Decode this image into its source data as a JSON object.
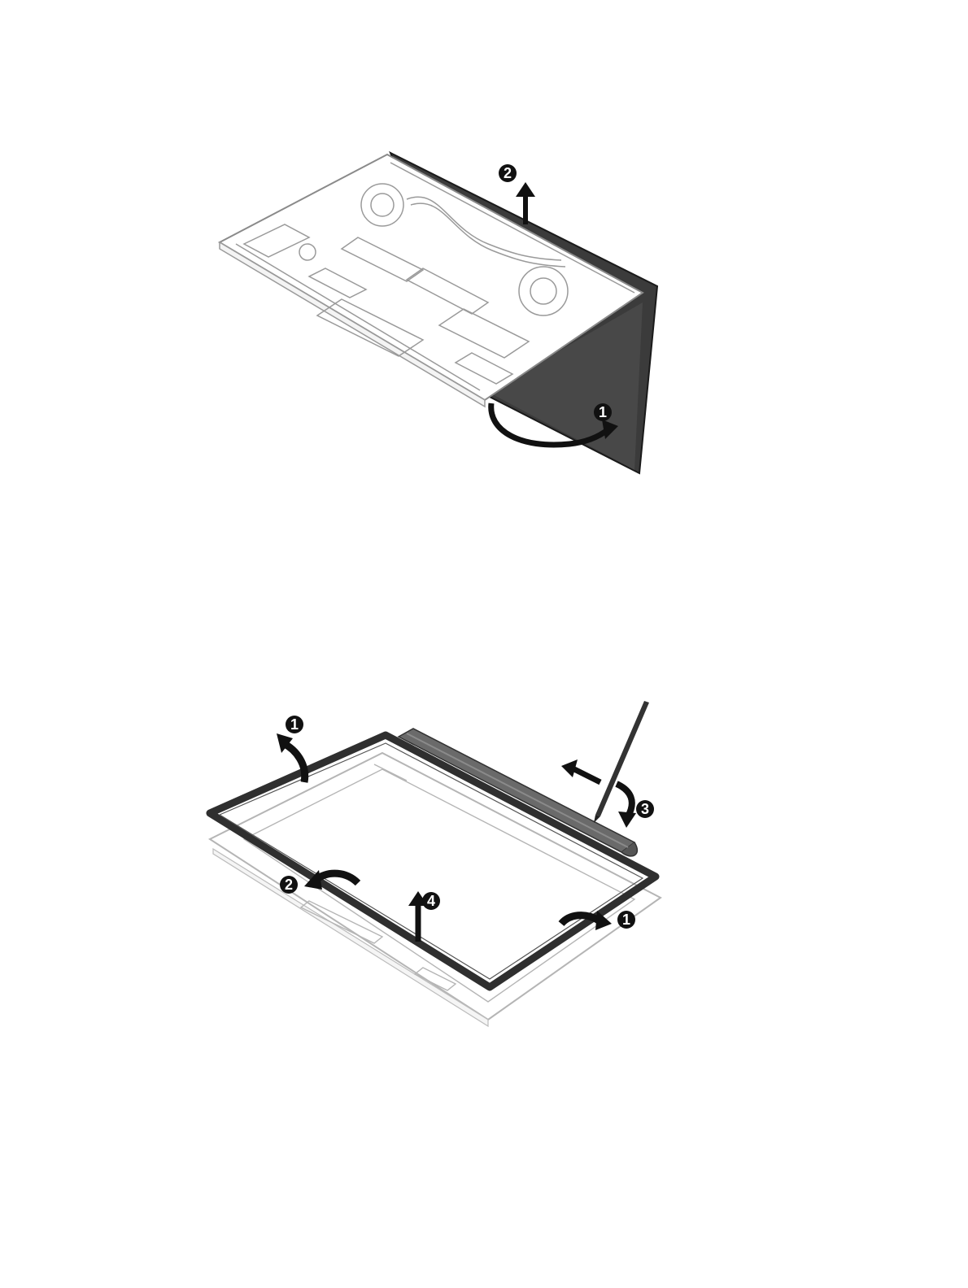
{
  "figure_1": {
    "colors": {
      "line": "#9a9a9a",
      "display": "#3a3a3a",
      "arrow": "#111111"
    },
    "callouts": [
      {
        "id": "1",
        "label": "1"
      },
      {
        "id": "2",
        "label": "2"
      }
    ]
  },
  "figure_2": {
    "colors": {
      "bezel": "#2f2f2f",
      "hinge_cover": "#5a5a5a",
      "line": "#b5b5b5",
      "arrow": "#111111"
    },
    "callouts": [
      {
        "id": "1a",
        "label": "1"
      },
      {
        "id": "1b",
        "label": "1"
      },
      {
        "id": "2",
        "label": "2"
      },
      {
        "id": "3",
        "label": "3"
      },
      {
        "id": "4",
        "label": "4"
      }
    ]
  }
}
